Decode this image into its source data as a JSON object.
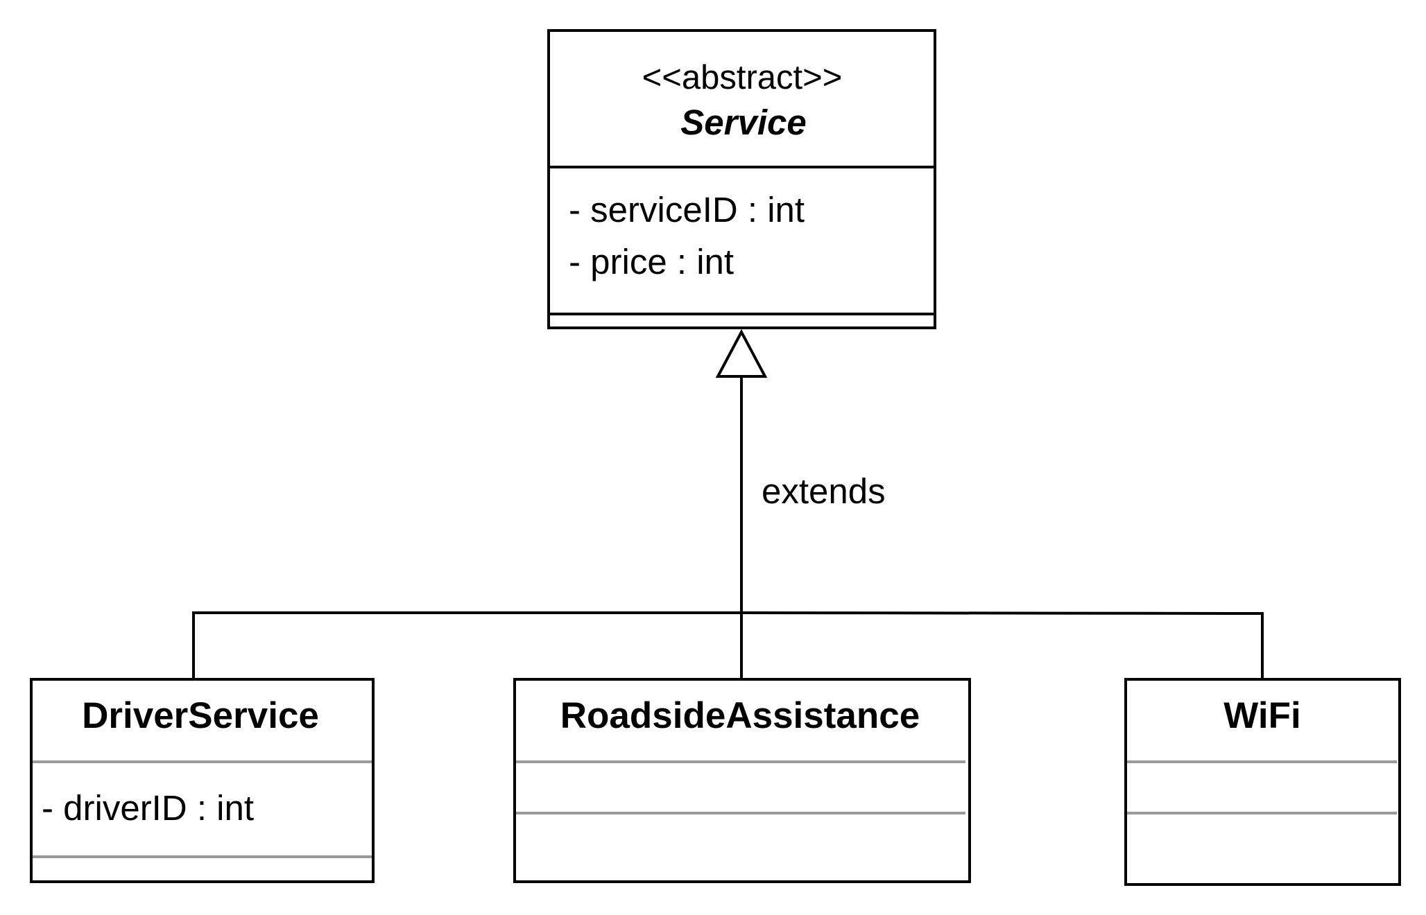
{
  "diagram": {
    "type": "uml-class-diagram",
    "colors": {
      "stroke": "#000000",
      "divider_gray": "#999999",
      "background": "#ffffff"
    },
    "classes": {
      "service": {
        "stereotype": "<<abstract>>",
        "name": "Service",
        "attributes": [
          "- serviceID : int",
          "- price : int"
        ],
        "methods": []
      },
      "driver_service": {
        "name": "DriverService",
        "attributes": [
          "- driverID : int"
        ],
        "methods": []
      },
      "roadside_assistance": {
        "name": "RoadsideAssistance",
        "attributes": [],
        "methods": []
      },
      "wifi": {
        "name": "WiFi",
        "attributes": [],
        "methods": []
      }
    },
    "relationship": {
      "kind": "generalization",
      "label": "extends",
      "parent": "Service",
      "children": [
        "DriverService",
        "RoadsideAssistance",
        "WiFi"
      ]
    }
  }
}
